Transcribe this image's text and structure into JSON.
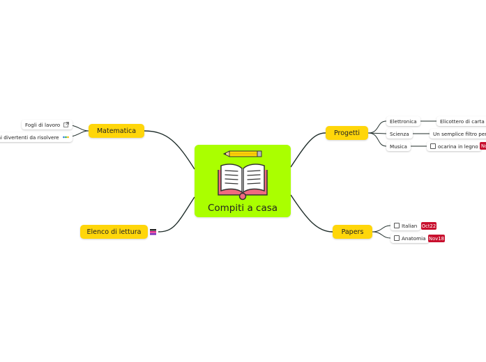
{
  "central": {
    "title": "Compiti a casa",
    "icon": "open-book-with-pencil-icon"
  },
  "branches": {
    "matematica": {
      "label": "Matematica",
      "children": [
        {
          "label": "Fogli di lavoro",
          "icon": "external-link-icon"
        },
        {
          "label": "mi divertenti da risolvere",
          "icon": "list-dots-icon"
        }
      ]
    },
    "elenco": {
      "label": "Elenco di lettura",
      "icon": "book-stack-icon"
    },
    "progetti": {
      "label": "Progetti",
      "children": [
        {
          "label": "Elettronica",
          "sub": "Elicottero di carta a"
        },
        {
          "label": "Scienza",
          "sub": "Un semplice filtro per l'"
        },
        {
          "label": "Musica",
          "sub": "ocarina in legno",
          "badge": "No"
        }
      ]
    },
    "papers": {
      "label": "Papers",
      "children": [
        {
          "label": "Italian",
          "badge": "Oct22"
        },
        {
          "label": "Anatomia",
          "badge": "Nov18"
        }
      ]
    }
  },
  "colors": {
    "central": "#aaff00",
    "topic": "#ffd60a",
    "badge": "#c8102e",
    "connector": "#1f2d2a"
  }
}
